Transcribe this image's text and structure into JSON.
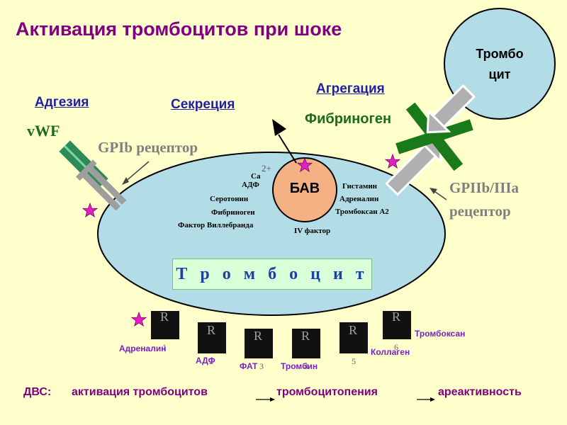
{
  "title": "Активация тромбоцитов при шоке",
  "top_cell": {
    "line1": "Тромбо",
    "line2": "цит"
  },
  "headings": {
    "adhesion": "Адгезия",
    "secretion": "Секреция",
    "aggregation": "Агрегация"
  },
  "vwf": "vWF",
  "fibrinogen_label": "Фибриноген",
  "gpib_label": "GPIb рецептор",
  "gpiib_label": {
    "line1": "GPIIb/IIIa",
    "line2": "рецептор"
  },
  "bav": "БАВ",
  "ca": {
    "sup": "2+",
    "base": "Ca"
  },
  "left_substances": [
    "АДФ",
    "Серотонин",
    "Фибриноген",
    "Фактор Виллебранда"
  ],
  "right_substances": [
    "Гистамин",
    "Адреналин",
    "Тромбоксан А2"
  ],
  "factor_iv": "IV фактор",
  "platelet_label": "Т р о м б о ц и т",
  "receptors": [
    {
      "r": "R",
      "num": "1"
    },
    {
      "r": "R",
      "num": "2"
    },
    {
      "r": "R",
      "num": "3"
    },
    {
      "r": "R",
      "num": "4"
    },
    {
      "r": "R",
      "num": "5"
    },
    {
      "r": "R",
      "num": "6"
    }
  ],
  "receptor_agonists": [
    "Адреналин",
    "АДФ",
    "ФАТ",
    "Тромбин",
    "Коллаген",
    "Тромбоксан"
  ],
  "footer": {
    "label": "ДВС:",
    "step1": "активация тромбоцитов",
    "step2": "тромбоцитопения",
    "step3": "ареактивность"
  },
  "colors": {
    "background": "#ffffcc",
    "cell_fill": "#b3dde6",
    "bav_fill": "#f4b183",
    "title": "#800080",
    "heading_blue": "#1f1fa8",
    "green": "#1a6b1a",
    "star": "#e020c0",
    "receptor": "#111111"
  }
}
